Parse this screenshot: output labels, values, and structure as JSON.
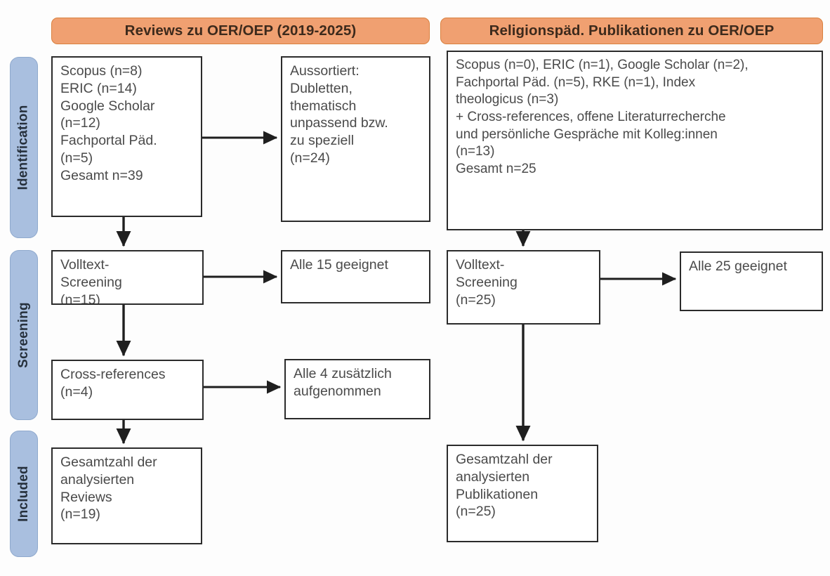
{
  "figure": {
    "kind": "prisma-flow-diagram",
    "colors": {
      "header_fill": "#f0a071",
      "header_border": "#d9813f",
      "stage_fill": "#a9bfdf",
      "stage_border": "#8fa9cd",
      "box_border": "#2b2b2b",
      "box_fill": "#ffffff",
      "text": "#4a4a4a",
      "background": "#fdfdfd"
    }
  },
  "stages": [
    {
      "id": "identification",
      "label": "Identification"
    },
    {
      "id": "screening",
      "label": "Screening"
    },
    {
      "id": "included",
      "label": "Included"
    }
  ],
  "columns": [
    {
      "id": "reviews",
      "header": "Reviews zu OER/OEP (2019-2025)",
      "boxes": {
        "sources": "Scopus (n=8)\nERIC (n=14)\nGoogle Scholar\n(n=12)\nFachportal Päd.\n(n=5)\nGesamt n=39",
        "excluded": "Aussortiert:\nDubletten,\nthematisch\nunpassend bzw.\nzu speziell\n(n=24)",
        "screening": "Volltext-\nScreening\n(n=15)",
        "screening_result": "Alle 15 geeignet",
        "crossrefs": "Cross-references\n(n=4)",
        "crossrefs_result": "Alle 4 zusätzlich\naufgenommen",
        "included": "Gesamtzahl der\nanalysierten\nReviews\n(n=19)"
      }
    },
    {
      "id": "publications",
      "header": "Religionspäd. Publikationen zu OER/OEP",
      "boxes": {
        "sources": "Scopus (n=0), ERIC (n=1), Google Scholar (n=2),\nFachportal Päd. (n=5), RKE (n=1), Index\ntheologicus (n=3)\n+ Cross-references, offene Literaturrecherche\nund persönliche Gespräche mit Kolleg:innen\n(n=13)\nGesamt n=25",
        "screening": "Volltext-\nScreening\n(n=25)",
        "screening_result": "Alle 25 geeignet",
        "included": "Gesamtzahl der\nanalysierten\nPublikationen\n(n=25)"
      }
    }
  ],
  "counts": {
    "reviews": {
      "scopus": 8,
      "eric": 14,
      "google_scholar": 12,
      "fachportal_paed": 5,
      "total_identified": 39,
      "excluded": 24,
      "fulltext_screened": 15,
      "fulltext_suitable": 15,
      "cross_references": 4,
      "cross_references_added": 4,
      "included": 19
    },
    "publications": {
      "scopus": 0,
      "eric": 1,
      "google_scholar": 2,
      "fachportal_paed": 5,
      "rke": 1,
      "index_theologicus": 3,
      "other_sources": 13,
      "total_identified": 25,
      "fulltext_screened": 25,
      "fulltext_suitable": 25,
      "included": 25
    }
  }
}
